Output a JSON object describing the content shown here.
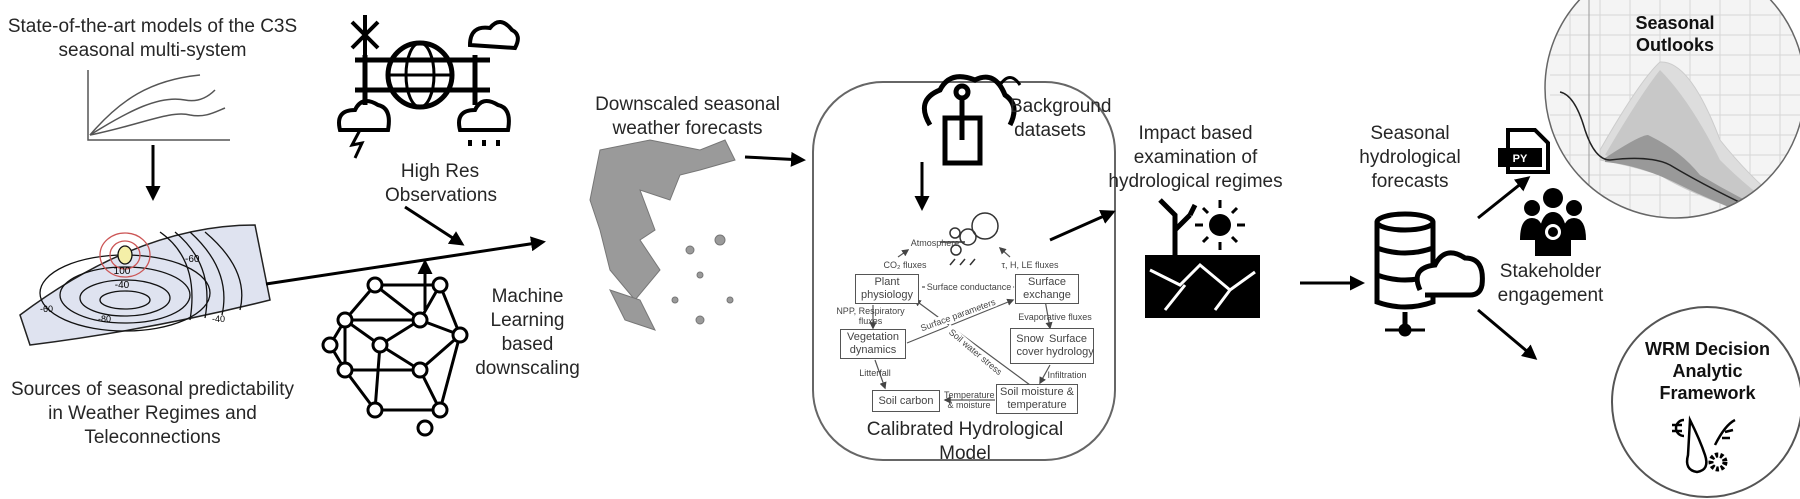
{
  "labels": {
    "c3s_models": "State-of-the-art models of the C3S seasonal multi-system",
    "predictability": "Sources of seasonal predictability in Weather Regimes and Teleconnections",
    "high_res": "High Res Observations",
    "ml_downscaling": "Machine Learning based downscaling",
    "downscaled": "Downscaled seasonal weather forecasts",
    "background": "Background datasets",
    "calibrated": "Calibrated Hydrological Model",
    "impact": "Impact based examination of hydrological regimes",
    "hydro_forecasts": "Seasonal hydrological forecasts",
    "stakeholder": "Stakeholder engagement",
    "outlooks": "Seasonal Outlooks",
    "wrm": "WRM Decision Analytic Framework",
    "py": "PY"
  },
  "contour_labels": [
    "-60",
    "100",
    "-40",
    "-80",
    "-60",
    "-40"
  ],
  "model": {
    "atmosphere": "Atmosphere",
    "co2_fluxes": "CO₂ fluxes",
    "tau_fluxes": "τ, H, LE fluxes",
    "plant_physiology": "Plant physiology",
    "surface_conductance": "Surface conductance",
    "surface_exchange": "Surface exchange",
    "npp": "NPP, Respiratory fluxes",
    "surface_parameters": "Surface parameters",
    "evaporative_fluxes": "Evaporative fluxes",
    "vegetation_dynamics": "Vegetation dynamics",
    "snow_cover": "Snow cover",
    "surface_hydrology": "Surface hydrology",
    "soil_water_stress": "Soil water stress",
    "litterfall": "Litterfall",
    "infiltration": "Infiltration",
    "soil_carbon": "Soil carbon",
    "temp_moisture": "Temperature & moisture",
    "soil_moisture": "Soil moisture & temperature"
  }
}
